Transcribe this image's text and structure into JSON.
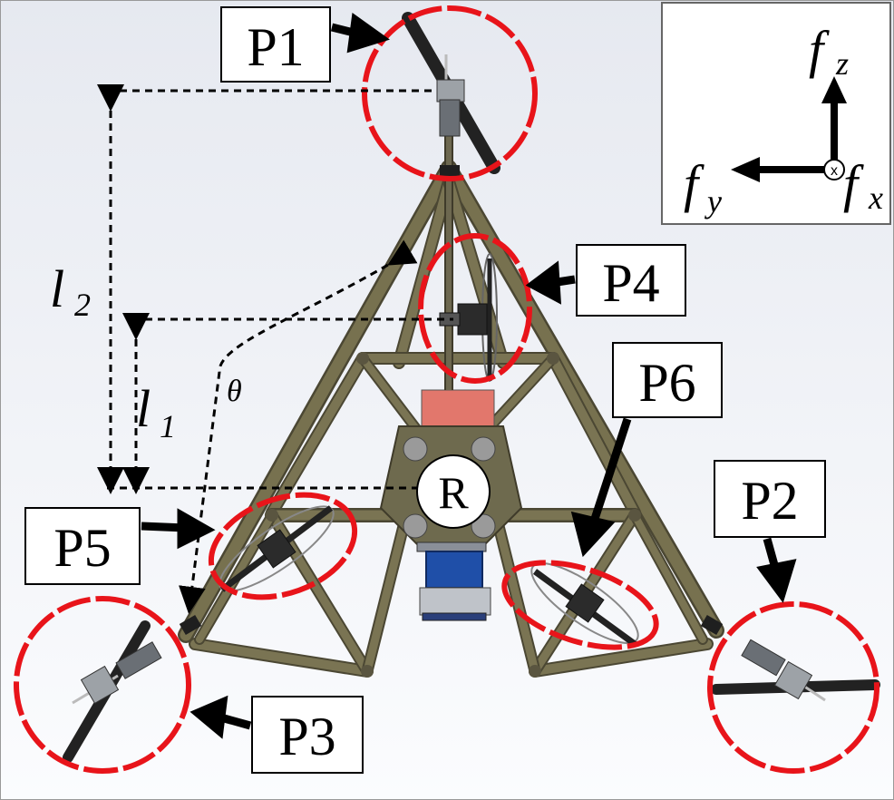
{
  "labels": {
    "p1": "P1",
    "p2": "P2",
    "p3": "P3",
    "p4": "P4",
    "p5": "P5",
    "p6": "P6",
    "center": "R"
  },
  "dimensions": {
    "l2_main": "l",
    "l2_sub": "2",
    "l1_main": "l",
    "l1_sub": "1",
    "theta": "θ"
  },
  "axes": {
    "fz_main": "f",
    "fz_sub": "z",
    "fy_main": "f",
    "fy_sub": "y",
    "fx_main": "f",
    "fx_sub": "x",
    "x_marker": "x"
  },
  "colors": {
    "frame": "#6f6a4f",
    "frame_dark": "#4b4733",
    "highlight": "#e8141a",
    "background_top": "#e9ecf2",
    "background_bottom": "#fafbfd",
    "motor_blue": "#1f4fa8"
  }
}
